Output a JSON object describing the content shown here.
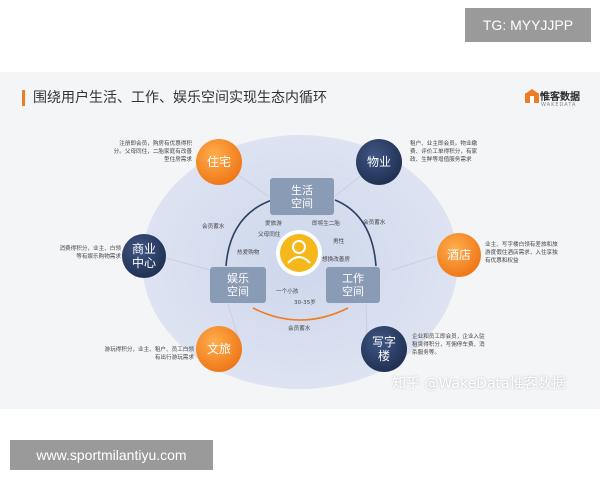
{
  "top_badge": "TG: MYYJJPP",
  "title": "围绕用户生活、工作、娱乐空间实现生态内循环",
  "logo": {
    "name": "惟客数据",
    "sub": "WAKEDATA"
  },
  "colors": {
    "orange": "#f07f1e",
    "navy": "#283a5e",
    "box": "#8a9bb5",
    "accent": "#ef7b22",
    "center": "#f5b71a"
  },
  "nodes": {
    "zhuzhai": {
      "label": "住宅",
      "desc": "注册即会员，购房有优惠得积分。父母同住，二胎家庭有改善型住房需求"
    },
    "wuye": {
      "label": "物业",
      "desc": "租户、业主即会员。物业缴费、评价工单得积分，有家政、生鲜等增值服务需求"
    },
    "shangye": {
      "label": "商业中心",
      "desc": "消费得积分，业主、白领等有娱乐购物需求"
    },
    "jiudian": {
      "label": "酒店",
      "desc": "业主、写字楼白领有差旅和旅游度假住酒店需求，入住享独有优惠和权益"
    },
    "wenlv": {
      "label": "文旅",
      "desc": "游玩得积分，业主、租户、员工白领有出行游玩需求"
    },
    "xiezilou": {
      "label": "写字楼",
      "desc": "企业和员工即会员，企业入驻租赁得积分，写佣停车费、消杀服务等。"
    }
  },
  "boxes": {
    "shenghuo": "生活空间",
    "yule": "娱乐空间",
    "gongzuo": "工作空间"
  },
  "edge_labels": {
    "left": "会员蓄水",
    "right": "会员蓄水",
    "bottom": "会员蓄水"
  },
  "inner_labels": {
    "aiyou": "爱旅游",
    "fumu": "父母同住",
    "reai": "热爱购物",
    "erhai": "即将生二胎",
    "nanxing": "男性",
    "xianggai": "想换改善房",
    "xiaohai": "一个小孩",
    "nianling": "30-35岁"
  },
  "watermark": "知乎 @WakeData惟客数据",
  "bottom_badge": "www.sportmilantiyu.com"
}
